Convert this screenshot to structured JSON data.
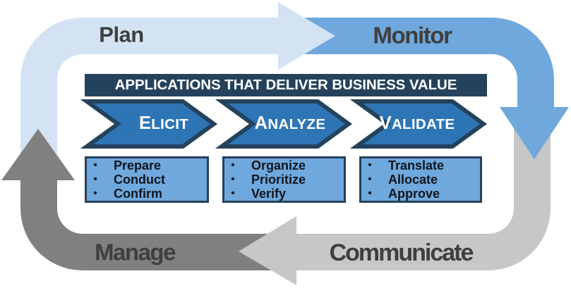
{
  "banner": {
    "text": "APPLICATIONS THAT DELIVER BUSINESS VALUE"
  },
  "cycle": {
    "plan": {
      "label": "Plan"
    },
    "monitor": {
      "label": "Monitor"
    },
    "communicate": {
      "label": "Communicate"
    },
    "manage": {
      "label": "Manage"
    }
  },
  "stages": [
    {
      "label": "Elicit",
      "items": [
        "Prepare",
        "Conduct",
        "Confirm"
      ]
    },
    {
      "label": "Analyze",
      "items": [
        "Organize",
        "Prioritize",
        "Verify"
      ]
    },
    {
      "label": "Validate",
      "items": [
        "Translate",
        "Allocate",
        "Approve"
      ]
    }
  ],
  "bullet_char": "•",
  "colors": {
    "plan_band": "#D3E3F3",
    "monitor_band": "#6FA8DC",
    "communicate_band": "#C7C7C7",
    "manage_band": "#808080",
    "banner_bg": "#24425C",
    "chevron_fill": "#2E75B6",
    "chevron_border": "#24425C",
    "box_fill": "#6FA8DC",
    "box_border": "#24425C",
    "cycle_label_text": "#3F3F3F",
    "task_text": "#10161F",
    "stage_label_text": "#FFFFFF",
    "banner_text": "#FFFFFF"
  }
}
